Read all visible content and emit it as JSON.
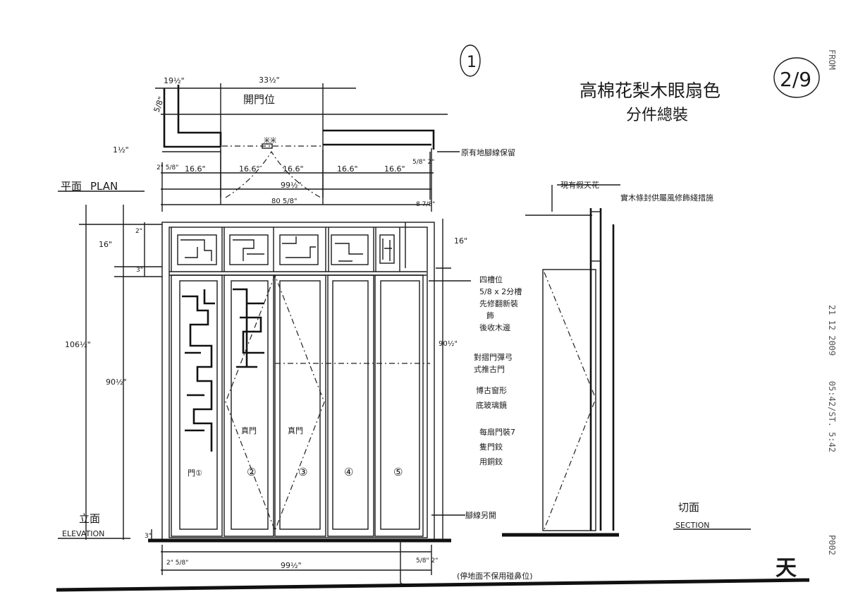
{
  "sheet_number": "1",
  "page_badge": "2/9",
  "title": {
    "line1": "高棉花梨木眼扇色",
    "line2": "分件總裝"
  },
  "fax_header": {
    "from": "FROM",
    "date": "21 12 2009",
    "time": "05:42/ST. 5:42",
    "page": "P002"
  },
  "plan": {
    "label_cn": "平面",
    "label_en": "PLAN",
    "opening_label": "開門位",
    "dims": {
      "left_width": "19½\"",
      "opening": "33½\"",
      "depth": "5/8\"",
      "wall": "1½\"",
      "leaf_widths": [
        "16.6\"",
        "16.6\"",
        "16.6\"",
        "16.6\"",
        "16.6\""
      ],
      "left_gap": "2\" 5/8\"",
      "right_gap": "5/8\" 2\"",
      "inner_total": "99½\"",
      "outer": "80 5/8\"",
      "right_offset": "8 7/8\""
    },
    "note_existing": "原有地腳線保留",
    "pivot_mark": "米米"
  },
  "elevation": {
    "label_cn": "立面",
    "label_en": "ELEVATION",
    "dims": {
      "total_height": "106½\"",
      "door_height": "90½\"",
      "transom": "16\"",
      "top_gap": "2\"",
      "transom_gap": "3\"",
      "sill": "3\"",
      "right_height": "90½\"",
      "right_transom": "16\"",
      "bottom_total": "99½\"",
      "bottom_left": "2\" 5/8\"",
      "bottom_right": "5/8\" 2\""
    },
    "leaf_labels": [
      "門①",
      "②",
      "③",
      "④",
      "⑤"
    ],
    "real_door_labels": [
      "真門",
      "真門"
    ],
    "notes": [
      {
        "lines": [
          "四槽位",
          "5/8 x 2分槽",
          "先修翻新裝",
          "飾",
          "後收木邊"
        ]
      },
      {
        "lines": [
          "對摺門彈弓",
          "式推古門"
        ]
      },
      {
        "lines": [
          "博古窗形",
          "底玻璃鏡"
        ]
      },
      {
        "lines": [
          "每扇門裝7",
          "隻門鉸",
          "用銅鉸"
        ]
      }
    ],
    "note_baseboard": "腳線另開",
    "note_bottom": "(停地面不保用碰鼻位)"
  },
  "section": {
    "label_cn": "切面",
    "label_en": "SECTION",
    "note_ceiling": "現有假天花",
    "note_header": "實木條封供屬風修飾綫措施"
  },
  "signature": "天"
}
